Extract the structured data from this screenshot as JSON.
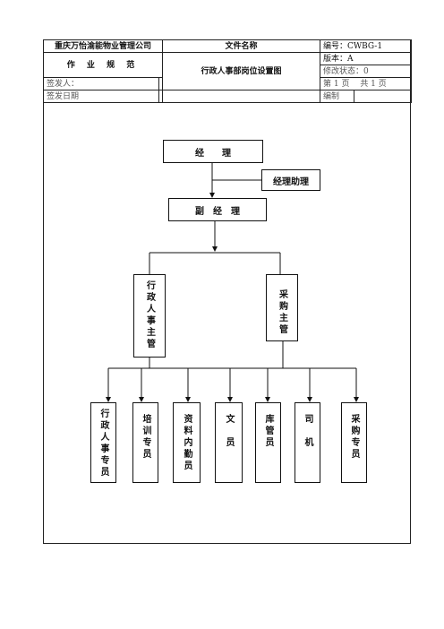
{
  "header": {
    "company": "重庆万怡渝能物业管理公司",
    "file_name_label": "文件名称",
    "doc_code": "编号：CWBG-1",
    "spec_title": "作 业 规 范",
    "doc_title": "行政人事部岗位设置图",
    "version": "版本：A",
    "revision": "修改状态：0",
    "signer_label": "签发人：",
    "page_info": "第 1 页　 共 1 页",
    "sign_date_label": "签发日期",
    "editor_label": "编制"
  },
  "org": {
    "manager": "经　　理",
    "assistant": "经理助理",
    "deputy": "副　经　理",
    "admin_hr_head": "行政人事主管",
    "purchasing_head": "采购主管",
    "staff": [
      "行政人事专员",
      "培训专员",
      "资料内勤员",
      "文　员",
      "库管员",
      "司　机"
    ],
    "purchasing_staff": "采购专员"
  }
}
